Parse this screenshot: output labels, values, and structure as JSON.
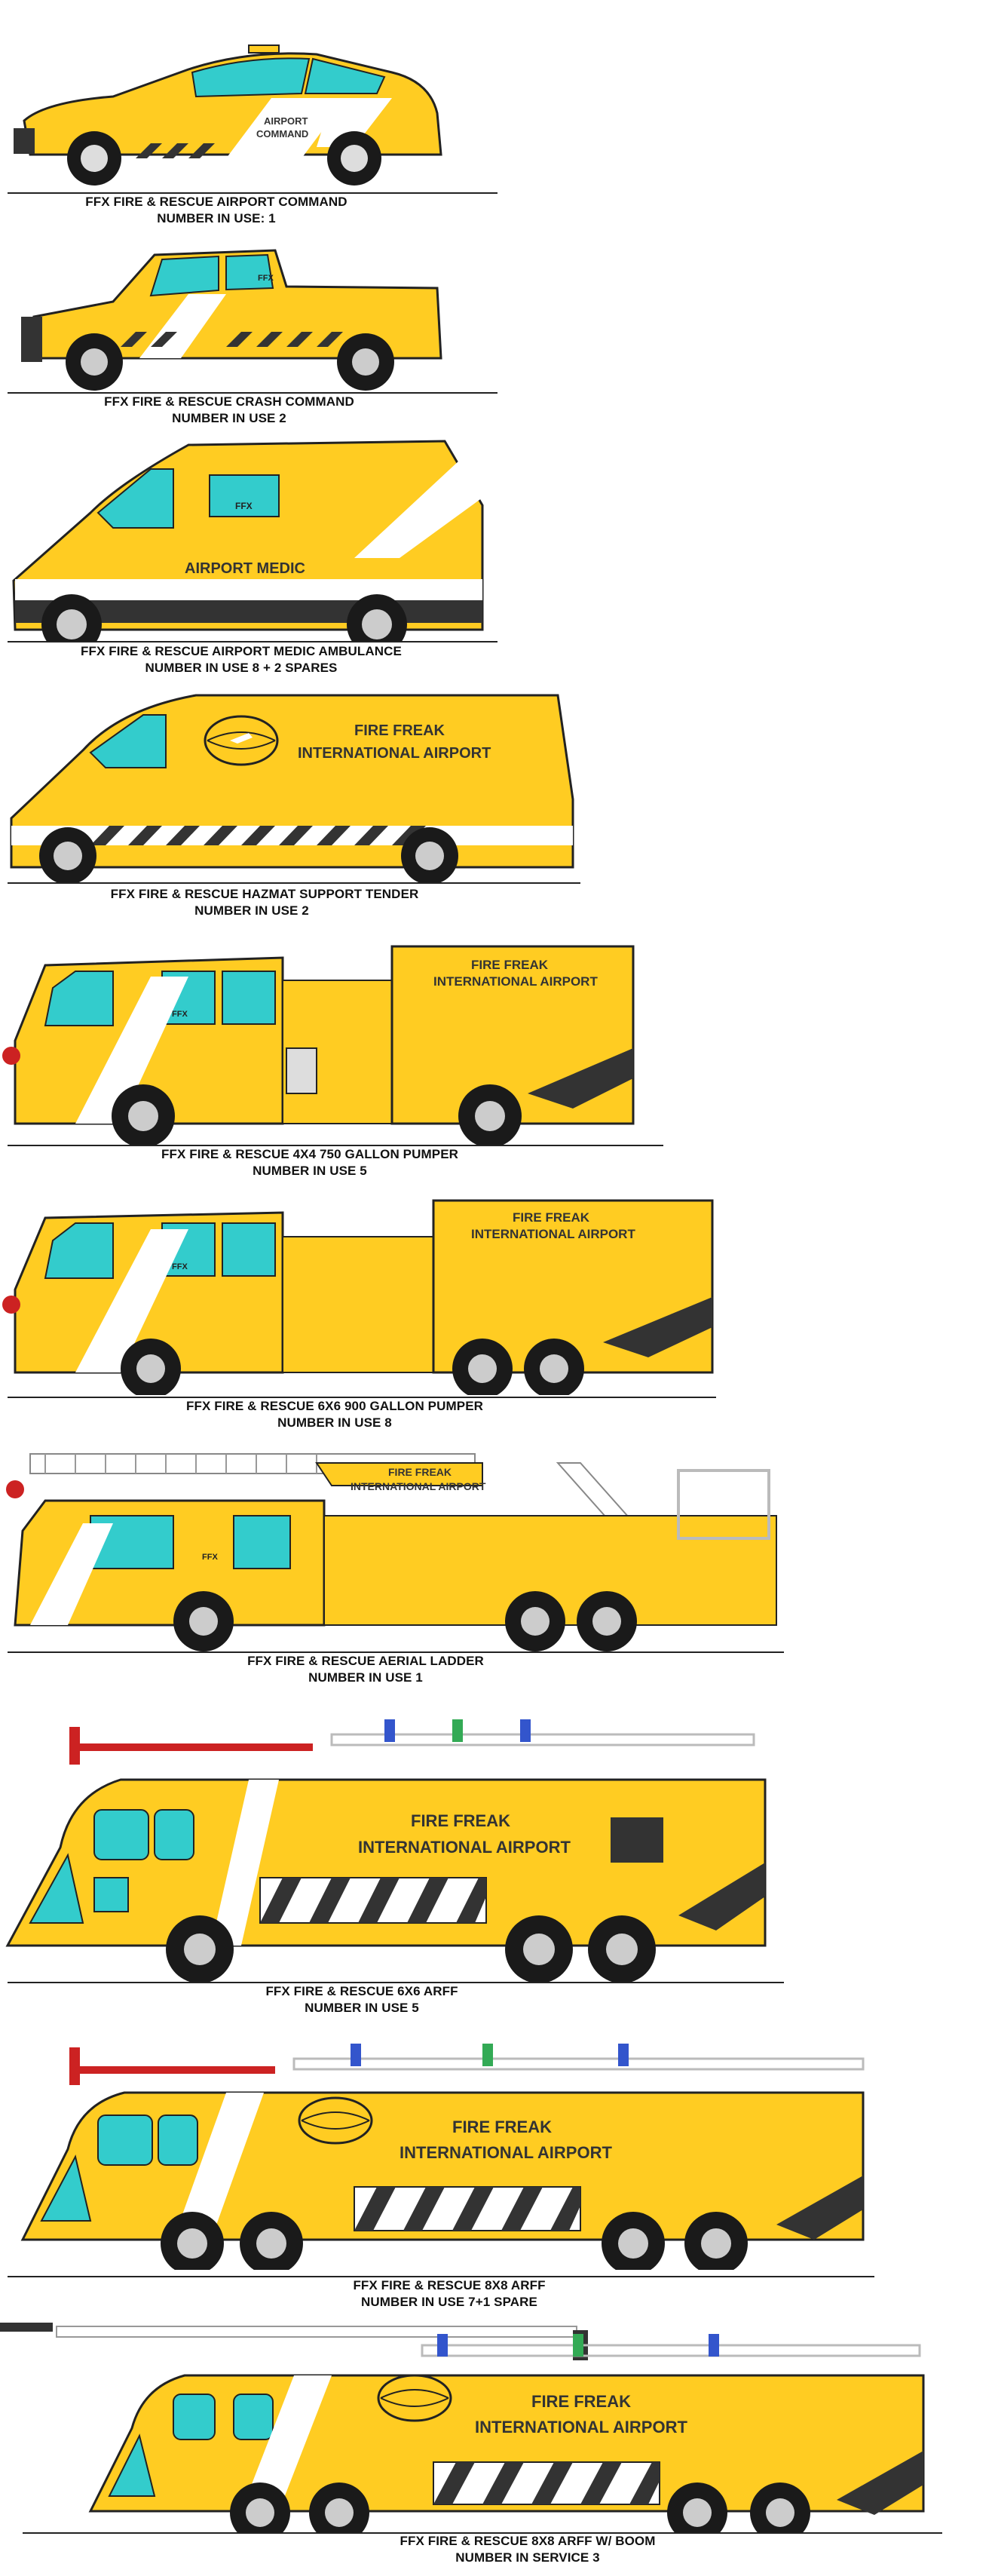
{
  "colors": {
    "body_yellow": "#FFCC22",
    "stripe_white": "#FFFFFF",
    "window_teal": "#33CCCC",
    "chevron_dark": "#333333",
    "wheel_dark": "#1A1A1A",
    "outline": "#222222",
    "warning_red": "#CC2222"
  },
  "vehicles": [
    {
      "type": "sedan",
      "decal_lines": [
        "AIRPORT",
        "COMMAND"
      ],
      "caption_title": "FFX FIRE & RESCUE AIRPORT COMMAND",
      "caption_count": "NUMBER IN USE: 1"
    },
    {
      "type": "pickup",
      "decal_lines": [
        "FFX"
      ],
      "caption_title": "FFX FIRE & RESCUE CRASH COMMAND",
      "caption_count": "NUMBER IN USE 2"
    },
    {
      "type": "van-medic",
      "decal_lines": [
        "AIRPORT MEDIC",
        "FFX"
      ],
      "caption_title": "FFX FIRE & RESCUE AIRPORT MEDIC AMBULANCE",
      "caption_count": "NUMBER IN USE 8 + 2 SPARES"
    },
    {
      "type": "van-hazmat",
      "decal_lines": [
        "FIRE FREAK",
        "INTERNATIONAL AIRPORT"
      ],
      "caption_title": "FFX FIRE & RESCUE HAZMAT SUPPORT TENDER",
      "caption_count": "NUMBER IN USE 2"
    },
    {
      "type": "pumper-4x4",
      "decal_lines": [
        "FIRE FREAK",
        "INTERNATIONAL AIRPORT",
        "FFX"
      ],
      "caption_title": "FFX FIRE & RESCUE 4X4 750 GALLON PUMPER",
      "caption_count": "NUMBER IN USE 5"
    },
    {
      "type": "pumper-6x6",
      "decal_lines": [
        "FIRE FREAK",
        "INTERNATIONAL AIRPORT",
        "FFX"
      ],
      "caption_title": "FFX FIRE & RESCUE 6X6 900 GALLON PUMPER",
      "caption_count": "NUMBER IN USE 8"
    },
    {
      "type": "aerial-ladder",
      "decal_lines": [
        "FIRE FREAK",
        "INTERNATIONAL AIRPORT",
        "FFX"
      ],
      "caption_title": "FFX FIRE & RESCUE AERIAL LADDER",
      "caption_count": "NUMBER IN USE 1"
    },
    {
      "type": "arff-6x6",
      "decal_lines": [
        "FIRE FREAK",
        "INTERNATIONAL AIRPORT"
      ],
      "caption_title": "FFX FIRE & RESCUE 6X6 ARFF",
      "caption_count": "NUMBER IN USE 5"
    },
    {
      "type": "arff-8x8",
      "decal_lines": [
        "FIRE FREAK",
        "INTERNATIONAL AIRPORT"
      ],
      "caption_title": "FFX FIRE & RESCUE 8X8 ARFF",
      "caption_count": "NUMBER IN USE 7+1 SPARE"
    },
    {
      "type": "arff-8x8-boom",
      "decal_lines": [
        "FIRE FREAK",
        "INTERNATIONAL AIRPORT"
      ],
      "caption_title": "FFX FIRE & RESCUE 8X8 ARFF W/ BOOM",
      "caption_count": "NUMBER IN SERVICE 3"
    }
  ]
}
